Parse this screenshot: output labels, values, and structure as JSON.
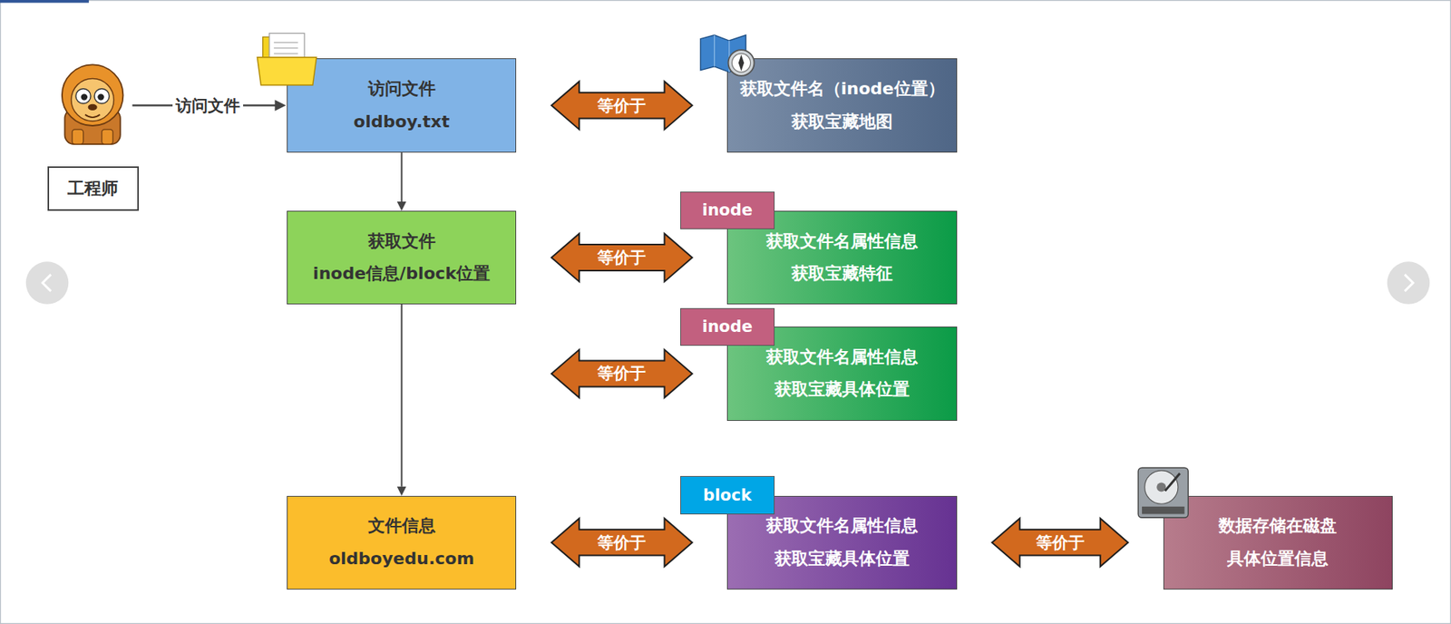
{
  "diagram": {
    "nodes": [
      {
        "text": [
          "工程师"
        ]
      },
      {
        "text": [
          "访问文件",
          "oldboy.txt"
        ]
      },
      {
        "text": [
          "获取文件名（inode位置）",
          "获取宝藏地图"
        ]
      },
      {
        "text": [
          "获取文件",
          "inode信息/block位置"
        ]
      },
      {
        "text": [
          "inode"
        ]
      },
      {
        "text": [
          "获取文件名属性信息",
          "获取宝藏特征"
        ]
      },
      {
        "text": [
          "inode"
        ]
      },
      {
        "text": [
          "获取文件名属性信息",
          "获取宝藏具体位置"
        ]
      },
      {
        "text": [
          "文件信息",
          "oldboyedu.com"
        ]
      },
      {
        "text": [
          "block"
        ]
      },
      {
        "text": [
          "获取文件名属性信息",
          "获取宝藏具体位置"
        ]
      },
      {
        "text": [
          "数据存储在磁盘",
          "具体位置信息"
        ]
      }
    ],
    "edges": [
      {
        "from": 1,
        "to": 3,
        "arrow": "to"
      },
      {
        "from": 3,
        "to": 8,
        "arrow": "to"
      },
      {
        "from": 1,
        "to": 2,
        "label": "等价于",
        "arrow": "both"
      },
      {
        "from": 3,
        "to": 5,
        "label": "等价于",
        "arrow": "both"
      },
      {
        "from": 3,
        "to": 7,
        "label": "等价于",
        "arrow": "both"
      },
      {
        "from": 8,
        "to": 10,
        "label": "等价于",
        "arrow": "both"
      },
      {
        "from": 10,
        "to": 11,
        "label": "等价于",
        "arrow": "both"
      }
    ],
    "labels": [
      "访问文件"
    ]
  }
}
